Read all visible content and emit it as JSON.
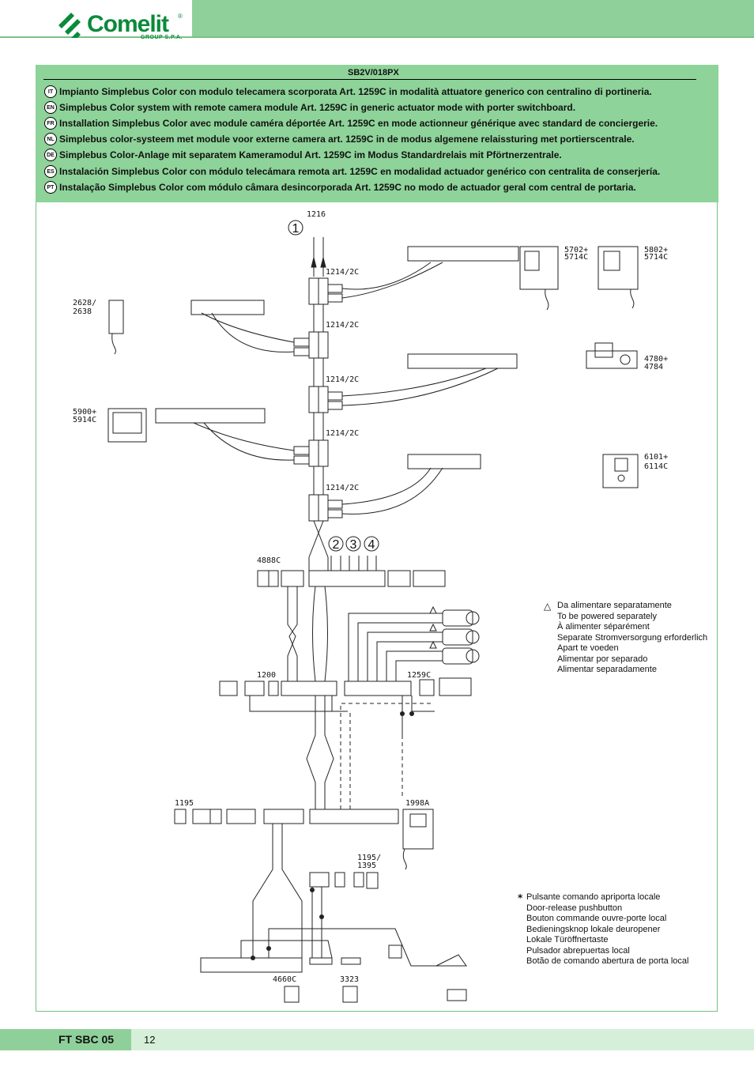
{
  "brand": {
    "name": "Comelit",
    "group": "GROUP S.P.A."
  },
  "header": {
    "code": "SB2V/018PX",
    "languages": [
      {
        "code": "IT",
        "text": "Impianto Simplebus Color con modulo telecamera scorporata Art. 1259C in modalità attuatore generico con centralino di portineria."
      },
      {
        "code": "EN",
        "text": "Simplebus Color system with remote camera module Art. 1259C in generic actuator mode with porter switchboard."
      },
      {
        "code": "FR",
        "text": "Installation Simplebus Color avec module caméra déportée Art. 1259C en mode actionneur générique avec standard de conciergerie."
      },
      {
        "code": "NL",
        "text": "Simplebus color-systeem met module voor externe camera art. 1259C in de modus algemene relaissturing met portierscentrale."
      },
      {
        "code": "DE",
        "text": "Simplebus Color-Anlage mit separatem Kameramodul Art. 1259C  im Modus Standardrelais mit Pförtnerzentrale."
      },
      {
        "code": "ES",
        "text": "Instalación Simplebus Color con módulo telecámara remota art. 1259C  en modalidad actuador genérico con centralita de conserjería."
      },
      {
        "code": "PT",
        "text": "Instalação Simplebus Color com módulo câmara desincorporada Art. 1259C no modo de actuador geral com central de portaria."
      }
    ]
  },
  "diagram": {
    "labels": {
      "1216": "1216",
      "c1214": "1214/2C",
      "m2628": "2628/",
      "m2638": "2638",
      "m5702": "5702+",
      "m5714": "5714C",
      "m5802": "5802+",
      "m5714b": "5714C",
      "m4780": "4780+",
      "m4784": "4784",
      "m5900": "5900+",
      "m5914": "5914C",
      "m6101": "6101+",
      "m6114": "6114C",
      "m4888": "4888C",
      "m1200": "1200",
      "m1259": "1259C",
      "m1195": "1195",
      "m1998": "1998A",
      "m1195b": "1195/",
      "m1395": "1395",
      "m4660": "4660C",
      "m3323": "3323"
    },
    "numbers": {
      "n1": "1",
      "n2": "2",
      "n3": "3",
      "n4": "4"
    }
  },
  "notes": {
    "separate_power": {
      "symbol": "△",
      "lines": [
        "Da alimentare separatamente",
        "To be powered separately",
        "À alimenter séparément",
        "Separate Stromversorgung erforderlich",
        "Apart te voeden",
        "Alimentar por separado",
        "Alimentar separadamente"
      ]
    },
    "pushbutton": {
      "symbol": "*",
      "lines": [
        "Pulsante comando apriporta locale",
        "Door-release pushbutton",
        "Bouton commande ouvre-porte local",
        "Bedieningsknop lokale deuropener",
        "Lokale Türöffnertaste",
        "Pulsador abrepuertas local",
        "Botão de comando abertura de porta local"
      ]
    }
  },
  "footer": {
    "code": "FT SBC 05",
    "page": "12"
  },
  "colors": {
    "accent": "#8fd09a",
    "light": "#d6efd9",
    "brand": "#0a8a3a"
  }
}
